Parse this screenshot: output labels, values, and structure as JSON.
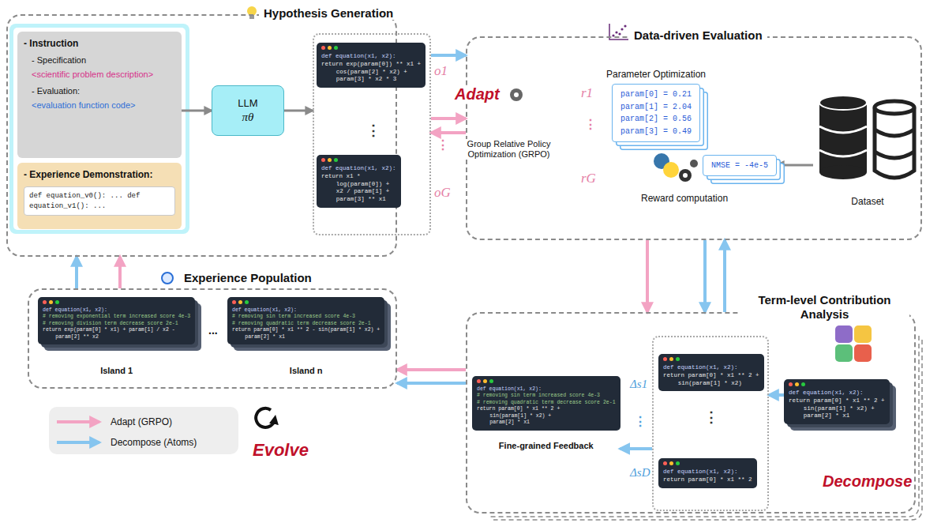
{
  "diagram": {
    "nodes": [
      {
        "text": [
          "Hypothesis Generation"
        ]
      },
      {
        "text": [
          "- Instruction",
          "- Specification",
          "<scientific problem description>",
          "- Evaluation:",
          "<evaluation function code>"
        ],
        "in": 0
      },
      {
        "text": [
          "- Experience Demonstration:",
          "def equation_v0(): ... def equation_v1(): ..."
        ],
        "in": 0
      },
      {
        "text": [
          "LLM",
          "πθ"
        ],
        "in": 0
      },
      {
        "text": [
          "⋮"
        ],
        "in": 0
      },
      {
        "text": [
          "def equation(x1, x2):",
          "return exp(param[0]) ** x1 +",
          "cos(param[2] * x2) +",
          "param[3] * x2 * 3"
        ],
        "in": 4
      },
      {
        "text": [
          "def equation(x1, x2):",
          "return x1 *",
          "log(param[0]) +",
          "x2 / param[1] +",
          "param[3] ** x1"
        ],
        "in": 4
      },
      {
        "text": [
          "Data-driven Evaluation"
        ]
      },
      {
        "text": [
          "Parameter Optimization",
          "param[0] = 0.21",
          "param[1] = 2.04",
          "param[2] = 0.56",
          "param[3] = 0.49"
        ],
        "in": 7
      },
      {
        "text": [
          "NMSE = -4e-5"
        ],
        "in": 7
      },
      {
        "text": [
          "Dataset"
        ],
        "in": 7
      },
      {
        "text": [
          "Experience Population"
        ]
      },
      {
        "text": [
          "def equation(x1, x2):",
          "# removing exponential term increased score 4e-3",
          "# removing division term decrease score 2e-1",
          "return exp(param[0] * x1) + param[1] / x2 -",
          "param[2] ** x2",
          "Island 1"
        ],
        "in": 11
      },
      {
        "text": [
          "def equation(x1, x2):",
          "# removing sin term increased score 4e-3",
          "# removing quadratic term decrease score 2e-1",
          "return param[0] * x1 ** 2 - sin(param[1] * x2) +",
          "param[2] * x1",
          "Island n"
        ],
        "in": 11
      },
      {
        "text": [
          "Term-level Contribution Analysis"
        ]
      },
      {
        "text": [
          "def equation(x1, x2):",
          "# removing sin term increased score 4e-3",
          "# removing quadratic term decrease score 2e-1",
          "return param[0] * x1 ** 2 +",
          "sin(param[1] * x2) +",
          "param[2] * x1",
          "Fine-grained Feedback"
        ],
        "in": 14
      },
      {
        "text": [
          "⋮"
        ],
        "in": 14
      },
      {
        "text": [
          "def equation(x1, x2):",
          "return param[0] * x1 ** 2 +",
          "sin(param[1] * x2)"
        ],
        "in": 16
      },
      {
        "text": [
          "def equation(x1, x2):",
          "return param[0] * x1 ** 2"
        ],
        "in": 16
      },
      {
        "text": [
          "def equation(x1, x2):",
          "return param[0] * x1 ** 2 +",
          "sin(param[1] * x2) +",
          "param[2] * x1"
        ],
        "in": 14
      }
    ],
    "edges": [
      {
        "from": 1,
        "to": 3,
        "arrow": "to"
      },
      {
        "from": 3,
        "to": 4,
        "arrow": "to"
      },
      {
        "from": 4,
        "to": 7,
        "arrow": "to"
      },
      {
        "from": 4,
        "to": 7,
        "arrow": "to"
      },
      {
        "from": 7,
        "to": 4,
        "arrow": "to",
        "label": "Group Relative Policy Optimization (GRPO)"
      },
      {
        "from": 10,
        "to": 9,
        "arrow": "to"
      },
      {
        "from": 7,
        "to": 14,
        "arrow": "to"
      },
      {
        "from": 7,
        "to": 14,
        "arrow": "to"
      },
      {
        "from": 14,
        "to": 7,
        "arrow": "to"
      },
      {
        "from": 19,
        "to": 16,
        "arrow": "to"
      },
      {
        "from": 16,
        "to": 15,
        "arrow": "to"
      },
      {
        "from": 14,
        "to": 11,
        "arrow": "to"
      },
      {
        "from": 14,
        "to": 11,
        "arrow": "to"
      },
      {
        "from": 11,
        "to": 0,
        "arrow": "to"
      },
      {
        "from": 11,
        "to": 0,
        "arrow": "to"
      }
    ],
    "labels": [
      "o1",
      "⋮",
      "oG",
      "Adapt",
      "r1",
      "⋮",
      "rG",
      "Reward computation",
      "...",
      "Evolve",
      "Δs1",
      "⋮",
      "ΔsD",
      "Decompose"
    ],
    "legend": [
      {
        "text": "Adapt (GRPO)"
      },
      {
        "text": "Decompose (Atoms)"
      }
    ]
  }
}
